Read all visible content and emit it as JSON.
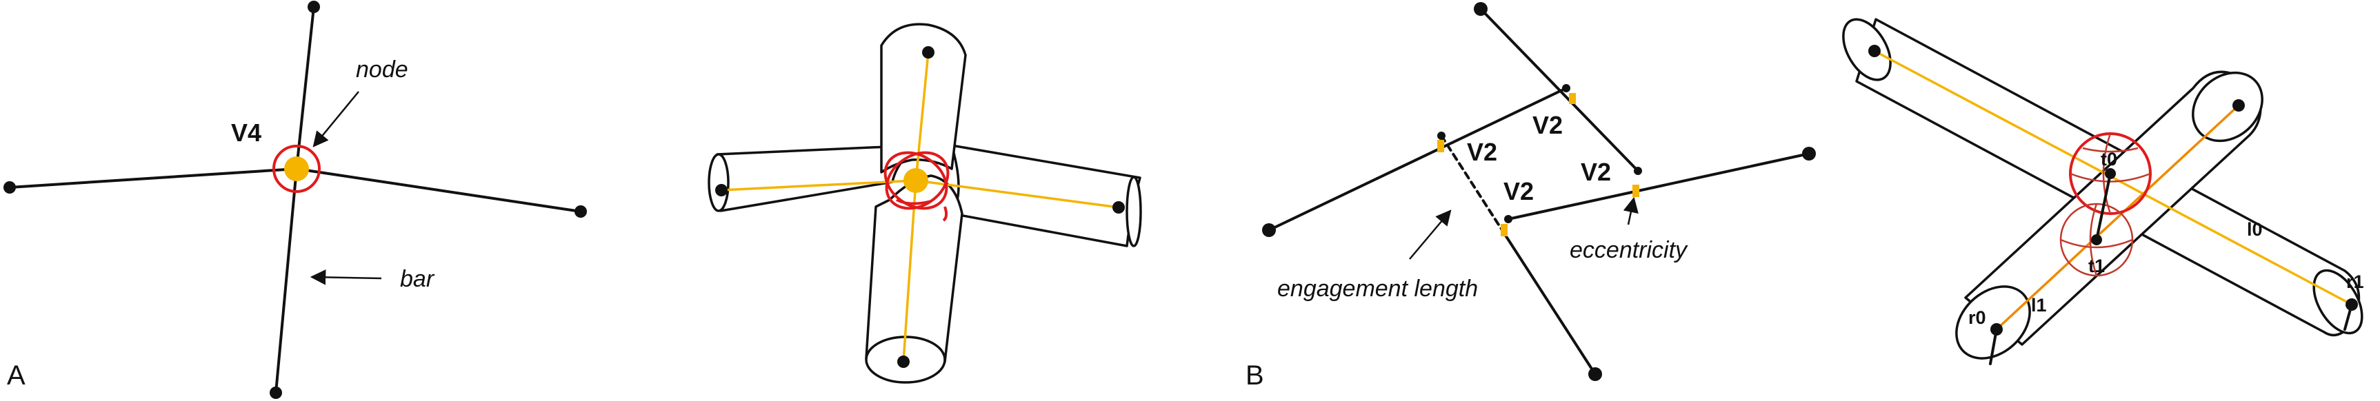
{
  "panels": {
    "a": "A",
    "b": "B"
  },
  "labels": {
    "node": "node",
    "bar": "bar",
    "v4": "V4",
    "v2_top": "V2",
    "v2_left": "V2",
    "v2_right": "V2",
    "v2_bottom": "V2",
    "engagement_length": "engagement length",
    "eccentricity": "eccentricity",
    "t0": "t0",
    "t1": "t1",
    "l0": "l0",
    "l1": "l1",
    "r0": "r0",
    "r1": "r1"
  },
  "colors": {
    "bar": "#111111",
    "centerline": "#f4b400",
    "centerline_alt": "#ee8a00",
    "joint_circle": "#e01b1b",
    "background": "#ffffff"
  }
}
